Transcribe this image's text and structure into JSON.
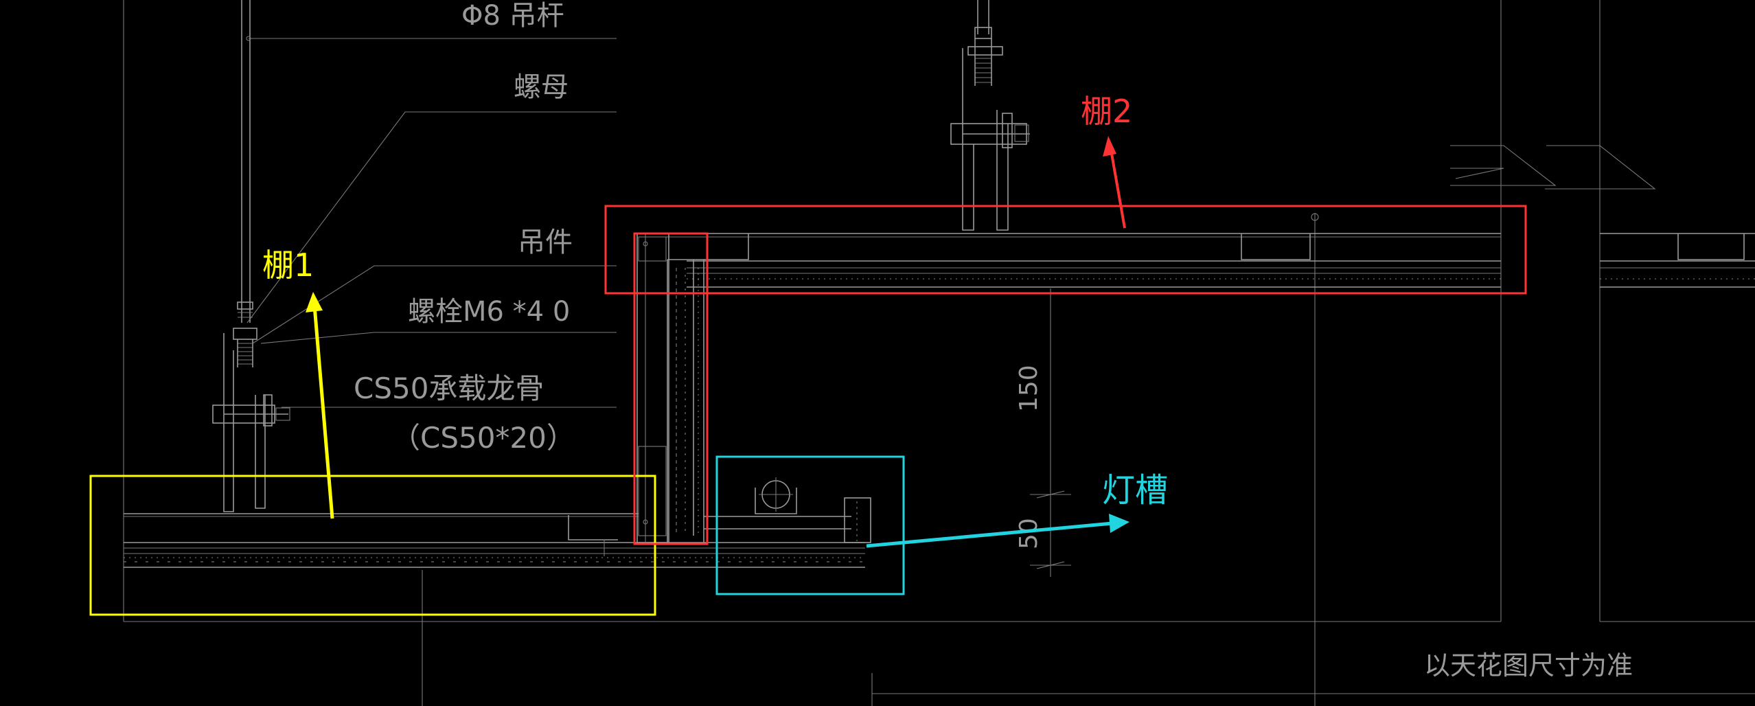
{
  "labels": {
    "rod": "Φ8 吊杆",
    "nut": "螺母",
    "hanger": "吊件",
    "bolt": "螺栓M6 *4 0",
    "keel": "CS50承载龙骨",
    "keel_size": "（CS50*20）",
    "note": "以天花图尺寸为准"
  },
  "dimensions": {
    "d150": "150",
    "d50": "50"
  },
  "callouts": {
    "ceiling1": {
      "text": "棚1",
      "color": "#ffff00"
    },
    "ceiling2": {
      "text": "棚2",
      "color": "#ff3333"
    },
    "light_trough": {
      "text": "灯槽",
      "color": "#22d3e0"
    }
  },
  "colors": {
    "background": "#000000",
    "linework": "#9a9a9a"
  }
}
